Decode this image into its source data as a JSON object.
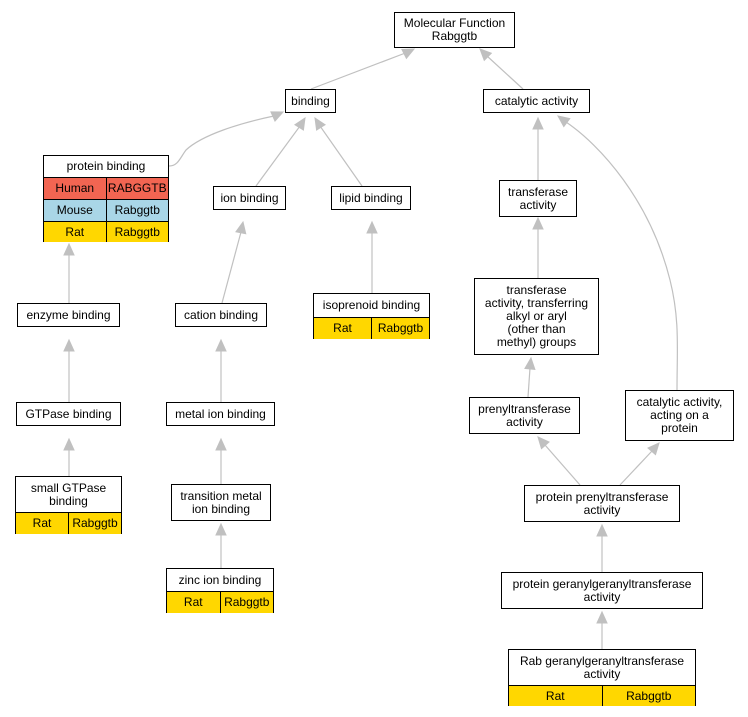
{
  "colors": {
    "Human": "#f26552",
    "Mouse": "#a9d6e7",
    "Rat": "#ffd700",
    "edge": "#c0c0c0"
  },
  "nodes": {
    "mf": {
      "label": "Molecular Function\nRabggtb",
      "rows": []
    },
    "binding": {
      "label": "binding",
      "rows": []
    },
    "catalytic": {
      "label": "catalytic activity",
      "rows": []
    },
    "protein_binding": {
      "label": "protein binding",
      "rows": [
        {
          "species": "Human",
          "gene": "RABGGTB"
        },
        {
          "species": "Mouse",
          "gene": "Rabggtb"
        },
        {
          "species": "Rat",
          "gene": "Rabggtb"
        }
      ]
    },
    "ion_binding": {
      "label": "ion binding",
      "rows": []
    },
    "lipid_binding": {
      "label": "lipid binding",
      "rows": []
    },
    "transferase": {
      "label": "transferase\nactivity",
      "rows": []
    },
    "enzyme_binding": {
      "label": "enzyme binding",
      "rows": []
    },
    "cation_binding": {
      "label": "cation binding",
      "rows": []
    },
    "isoprenoid_binding": {
      "label": "isoprenoid binding",
      "rows": [
        {
          "species": "Rat",
          "gene": "Rabggtb"
        }
      ]
    },
    "transferase_alkyl": {
      "label": "transferase\nactivity, transferring\nalkyl or aryl\n(other than\nmethyl) groups",
      "rows": []
    },
    "gtpase_binding": {
      "label": "GTPase binding",
      "rows": []
    },
    "metal_ion_binding": {
      "label": "metal ion binding",
      "rows": []
    },
    "prenyltransferase": {
      "label": "prenyltransferase\nactivity",
      "rows": []
    },
    "catalytic_protein": {
      "label": "catalytic activity,\nacting on a\nprotein",
      "rows": []
    },
    "small_gtpase": {
      "label": "small GTPase\nbinding",
      "rows": [
        {
          "species": "Rat",
          "gene": "Rabggtb"
        }
      ]
    },
    "transition_metal": {
      "label": "transition metal\nion binding",
      "rows": []
    },
    "protein_prenyl": {
      "label": "protein prenyltransferase\nactivity",
      "rows": []
    },
    "zinc": {
      "label": "zinc ion binding",
      "rows": [
        {
          "species": "Rat",
          "gene": "Rabggtb"
        }
      ]
    },
    "protein_ggt": {
      "label": "protein geranylgeranyltransferase\nactivity",
      "rows": []
    },
    "rab_ggt": {
      "label": "Rab geranylgeranyltransferase\nactivity",
      "rows": [
        {
          "species": "Rat",
          "gene": "Rabggtb"
        }
      ]
    }
  }
}
